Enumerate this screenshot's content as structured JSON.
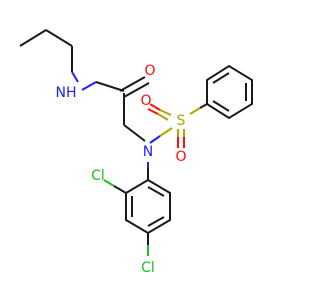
{
  "molecule": {
    "atoms": {
      "nh": {
        "text": "NH",
        "color": "#2020ff"
      },
      "o_carbonyl": {
        "text": "O",
        "color": "#ff0d0d"
      },
      "n_sulfonamide": {
        "text": "N",
        "color": "#2020ff"
      },
      "s": {
        "text": "S",
        "color": "#b8a200"
      },
      "o_s_left": {
        "text": "O",
        "color": "#ff0d0d"
      },
      "o_s_bottom": {
        "text": "O",
        "color": "#ff0d0d"
      },
      "cl_ortho": {
        "text": "Cl",
        "color": "#1fbf1f"
      },
      "cl_para": {
        "text": "Cl",
        "color": "#1fbf1f"
      }
    }
  }
}
